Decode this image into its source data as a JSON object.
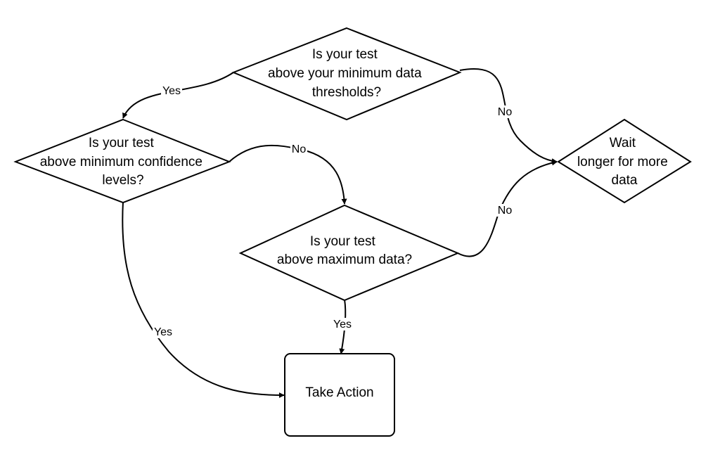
{
  "nodes": {
    "min_data": {
      "shape": "decision",
      "lines": [
        "Is your test",
        "above your minimum data",
        "thresholds?"
      ]
    },
    "min_confidence": {
      "shape": "decision",
      "lines": [
        "Is your test",
        "above minimum confidence",
        "levels?"
      ]
    },
    "max_data": {
      "shape": "decision",
      "lines": [
        "Is your test",
        "above maximum data?"
      ]
    },
    "wait": {
      "shape": "decision",
      "lines": [
        "Wait",
        "longer for more",
        "data"
      ]
    },
    "take_action": {
      "shape": "process",
      "lines": [
        "Take Action"
      ]
    }
  },
  "edges": {
    "min_data_to_min_confidence": {
      "from": "min_data",
      "to": "min_confidence",
      "label": "Yes"
    },
    "min_data_to_wait": {
      "from": "min_data",
      "to": "wait",
      "label": "No"
    },
    "min_confidence_to_max_data": {
      "from": "min_confidence",
      "to": "max_data",
      "label": "No"
    },
    "min_confidence_to_take_action": {
      "from": "min_confidence",
      "to": "take_action",
      "label": "Yes"
    },
    "max_data_to_wait": {
      "from": "max_data",
      "to": "wait",
      "label": "No"
    },
    "max_data_to_take_action": {
      "from": "max_data",
      "to": "take_action",
      "label": "Yes"
    }
  }
}
